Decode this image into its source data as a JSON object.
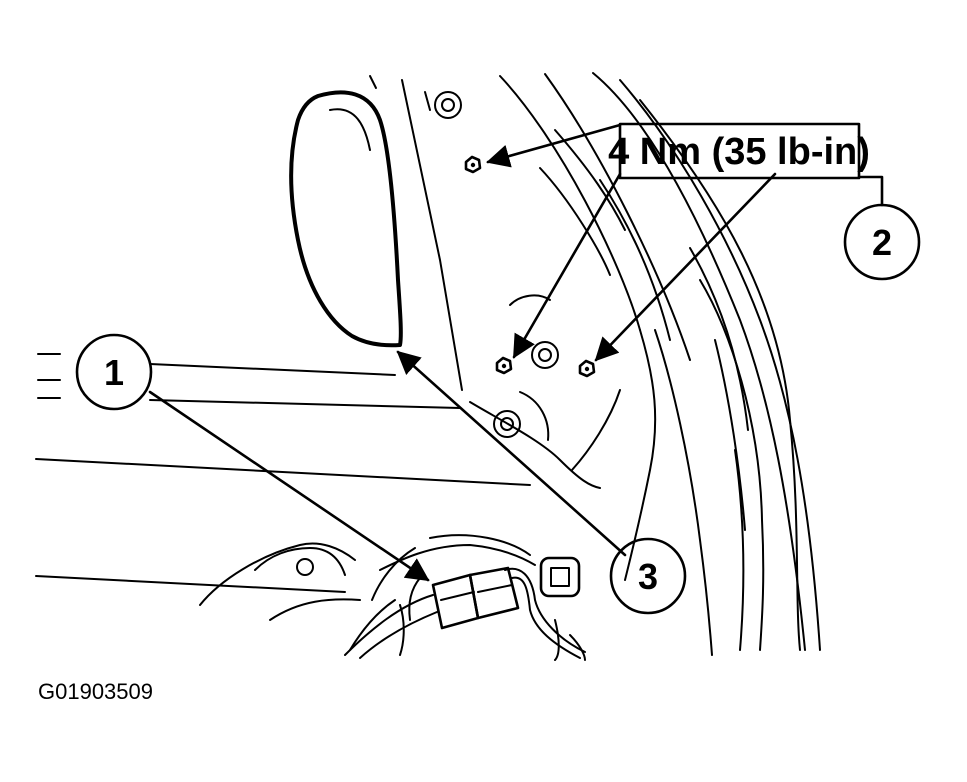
{
  "diagram": {
    "torque_spec": "4 Nm (35 lb-in)",
    "callouts": [
      {
        "id": "callout-1",
        "label": "1"
      },
      {
        "id": "callout-2",
        "label": "2"
      },
      {
        "id": "callout-3",
        "label": "3"
      }
    ],
    "figure_id": "G01903509"
  }
}
